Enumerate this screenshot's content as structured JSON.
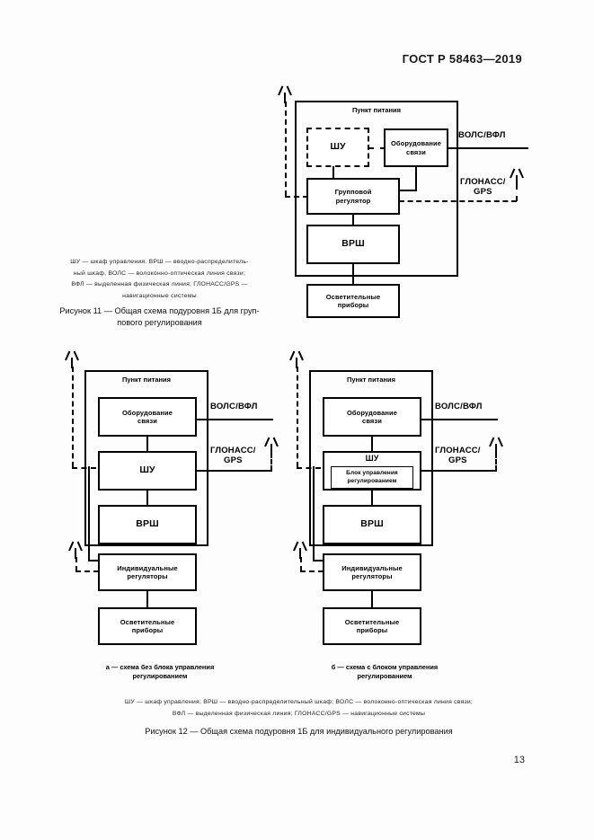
{
  "header": {
    "standard": "ГОСТ Р 58463—2019"
  },
  "page_number": "13",
  "figure11": {
    "outer_label": "Пункт питания",
    "boxes": {
      "shu": "ШУ",
      "comm": "Оборудование\nсвязи",
      "group_reg": "Групповой\nрегулятор",
      "vrsh": "ВРШ",
      "lighting": "Осветительные\nприборы"
    },
    "links": {
      "fiber": "ВОЛС/ВФЛ",
      "gnss": "ГЛОНАСС/\nGPS"
    },
    "legend": "ШУ —  шкаф управления. ВРШ — вводно-распределитель-\nный  шкаф,  ВОЛС  —   волоконно-оптическая  линия  связи;\nВФЛ  —  выделенная физическая линия;  ГЛОНАСС/GPS  —\nнавигационные системы",
    "caption": "Рисунок 11 — Общая схема подуровня 1Б для груп-\nпового регулирования"
  },
  "figure12": {
    "variant_a": {
      "outer_label": "Пункт питания",
      "boxes": {
        "comm": "Оборудование\nсвязи",
        "shu": "ШУ",
        "vrsh": "ВРШ",
        "individual_reg": "Индивидуальные\nрегуляторы",
        "lighting": "Осветительные\nприборы"
      },
      "links": {
        "fiber": "ВОЛС/ВФЛ",
        "gnss": "ГЛОНАСС/\nGPS"
      },
      "subcaption": "а — схема без блока управления\nрегулированием"
    },
    "variant_b": {
      "outer_label": "Пункт питания",
      "boxes": {
        "comm": "Оборудование\nсвязи",
        "shu": "ШУ",
        "control_unit": "Блок управления\nрегулированием",
        "vrsh": "ВРШ",
        "individual_reg": "Индивидуальные\nрегуляторы",
        "lighting": "Осветительные\nприборы"
      },
      "links": {
        "fiber": "ВОЛС/ВФЛ",
        "gnss": "ГЛОНАСС/\nGPS"
      },
      "subcaption": "б — схема с блоком управления\nрегулированием"
    },
    "legend": "ШУ —  шкаф управления; ВРШ — вводно-распределительный шкаф; ВОЛС  —  волоконно-оптическая линия связи;\nВФЛ — выделенная физическая линия; ГЛОНАСС/GPS  —  навигационные системы",
    "caption": "Рисунок 12 — Общая схема подуровня 1Б для индивидуального регулирования"
  }
}
